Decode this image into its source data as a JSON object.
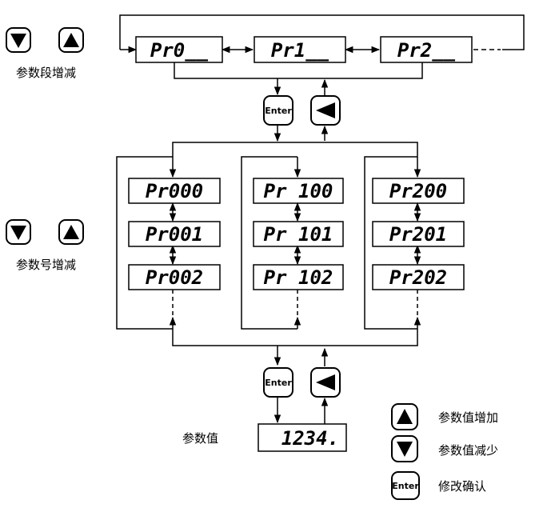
{
  "groups": {
    "row": [
      "Pr0__",
      "Pr1__",
      "Pr2__"
    ],
    "label": "参数段增减"
  },
  "params": {
    "label": "参数号增减",
    "columns": [
      [
        "Pr000",
        "Pr001",
        "Pr002"
      ],
      [
        "Pr 100",
        "Pr 101",
        "Pr 102"
      ],
      [
        "Pr200",
        "Pr201",
        "Pr202"
      ]
    ]
  },
  "value": {
    "label": "参数值",
    "display": "1234."
  },
  "enter_label": "Enter",
  "legend": [
    {
      "icon": "up-triangle-icon",
      "text": "参数值增加"
    },
    {
      "icon": "down-triangle-icon",
      "text": "参数值减少"
    },
    {
      "icon": "enter-key-icon",
      "text": "修改确认"
    }
  ]
}
